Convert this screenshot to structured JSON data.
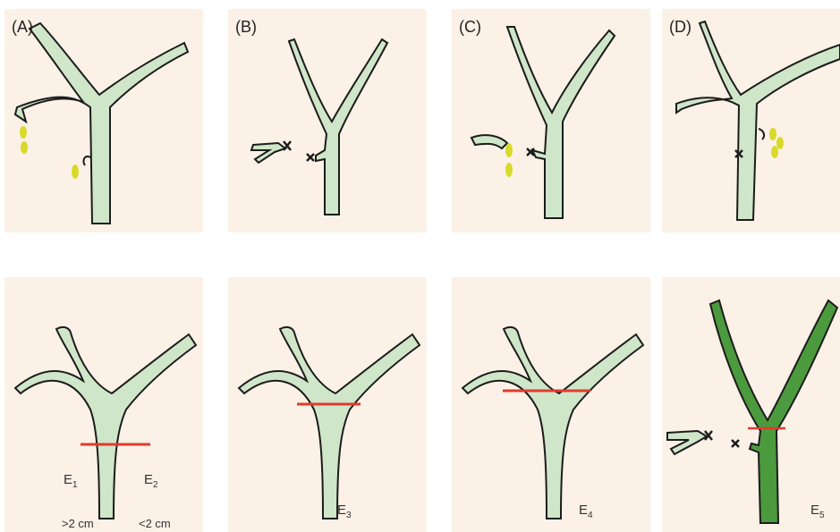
{
  "panels": {
    "a": {
      "label": "(A)"
    },
    "b": {
      "label": "(B)"
    },
    "c": {
      "label": "(C)"
    },
    "d": {
      "label": "(D)"
    }
  },
  "levels": {
    "e1": {
      "letter": "E",
      "sub": "1"
    },
    "e2": {
      "letter": "E",
      "sub": "2"
    },
    "e3": {
      "letter": "E",
      "sub": "3"
    },
    "e4": {
      "letter": "E",
      "sub": "4"
    },
    "e5": {
      "letter": "E",
      "sub": "5"
    }
  },
  "measurements": {
    "gt2": ">2 cm",
    "lt2": "<2 cm"
  },
  "colors": {
    "panel_bg": "#fbf1e6",
    "duct_fill": "#cfe6c9",
    "duct_fill_dark": "#4c9a3e",
    "outline": "#1c1c1c",
    "cut_line": "#e03a2e",
    "stone": "#d9d92a"
  }
}
